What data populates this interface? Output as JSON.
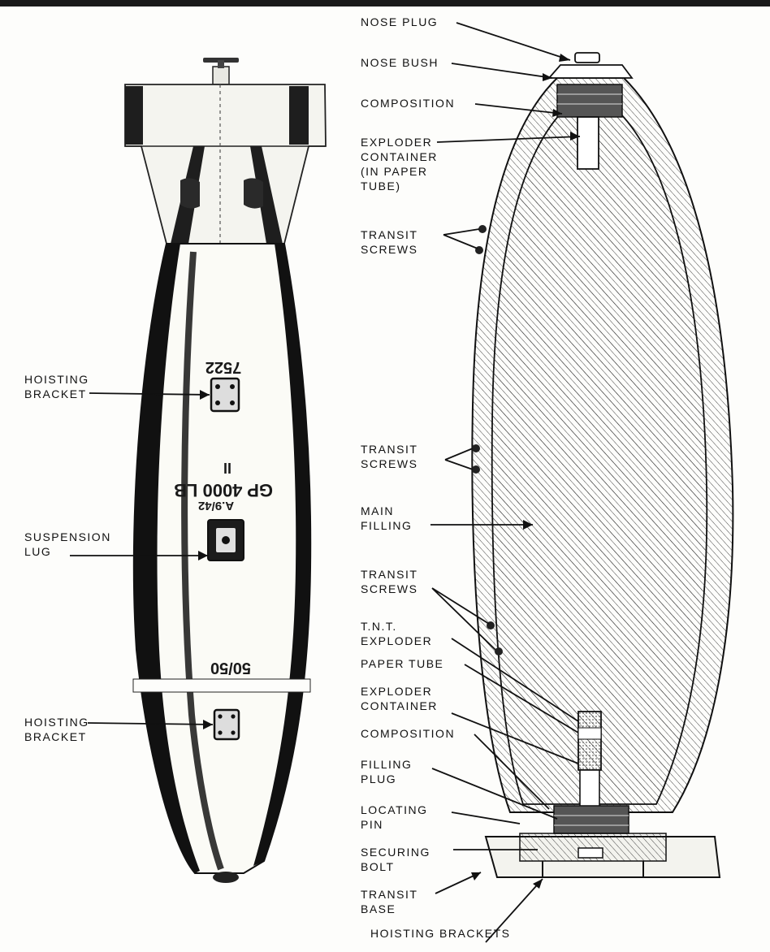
{
  "labels": {
    "nose_plug": "NOSE PLUG",
    "nose_bush": "NOSE BUSH",
    "composition_top": "COMPOSITION",
    "exploder_container_top": [
      "EXPLODER",
      "CONTAINER",
      "(IN PAPER",
      "TUBE)"
    ],
    "transit_screws_1": [
      "TRANSIT",
      "SCREWS"
    ],
    "hoisting_bracket_upper": [
      "HOISTING",
      "BRACKET"
    ],
    "transit_screws_2": [
      "TRANSIT",
      "SCREWS"
    ],
    "main_filling": [
      "MAIN",
      "FILLING"
    ],
    "suspension_lug": [
      "SUSPENSION",
      "LUG"
    ],
    "transit_screws_3": [
      "TRANSIT",
      "SCREWS"
    ],
    "tnt_exploder": [
      "T.N.T.",
      "EXPLODER"
    ],
    "paper_tube": "PAPER TUBE",
    "exploder_container_bottom": [
      "EXPLODER",
      "CONTAINER"
    ],
    "hoisting_bracket_lower": [
      "HOISTING",
      "BRACKET"
    ],
    "composition_bottom": "COMPOSITION",
    "filling_plug": [
      "FILLING",
      "PLUG"
    ],
    "locating_pin": [
      "LOCATING",
      "PIN"
    ],
    "securing_bolt": [
      "SECURING",
      "BOLT"
    ],
    "transit_base": [
      "TRANSIT",
      "BASE"
    ],
    "hoisting_brackets": "HOISTING BRACKETS"
  },
  "markings": {
    "serial": "7522",
    "type_mark": "GP 4000 LB",
    "mark_symbol": "II",
    "date_code": "A.9/42",
    "filling_ratio": "50/50"
  }
}
